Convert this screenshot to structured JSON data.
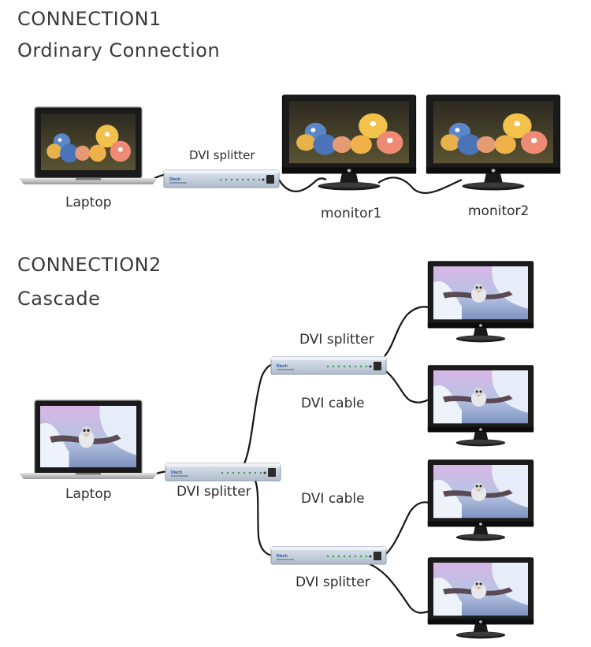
{
  "connection1": {
    "heading": "CONNECTION1",
    "subheading": "Ordinary Connection",
    "labels": {
      "laptop": "Laptop",
      "splitter": "DVI splitter",
      "monitor1": "monitor1",
      "monitor2": "monitor2"
    }
  },
  "connection2": {
    "heading": "CONNECTION2",
    "subheading": "Cascade",
    "labels": {
      "laptop": "Laptop",
      "splitter_main": "DVI splitter",
      "splitter_top": "DVI splitter",
      "splitter_bottom": "DVI splitter",
      "cable_top": "DVI cable",
      "cable_bottom": "DVI cable"
    }
  },
  "colors": {
    "splitter_body": "#c9d3e0",
    "cable": "#1a1a1a",
    "bird_screen_sky": "#3b3a2c",
    "bird_screen_accent": "#e08a3a",
    "snow_screen_sky": "#c8a9d6",
    "snow_screen_ground": "#9fb3d3"
  }
}
